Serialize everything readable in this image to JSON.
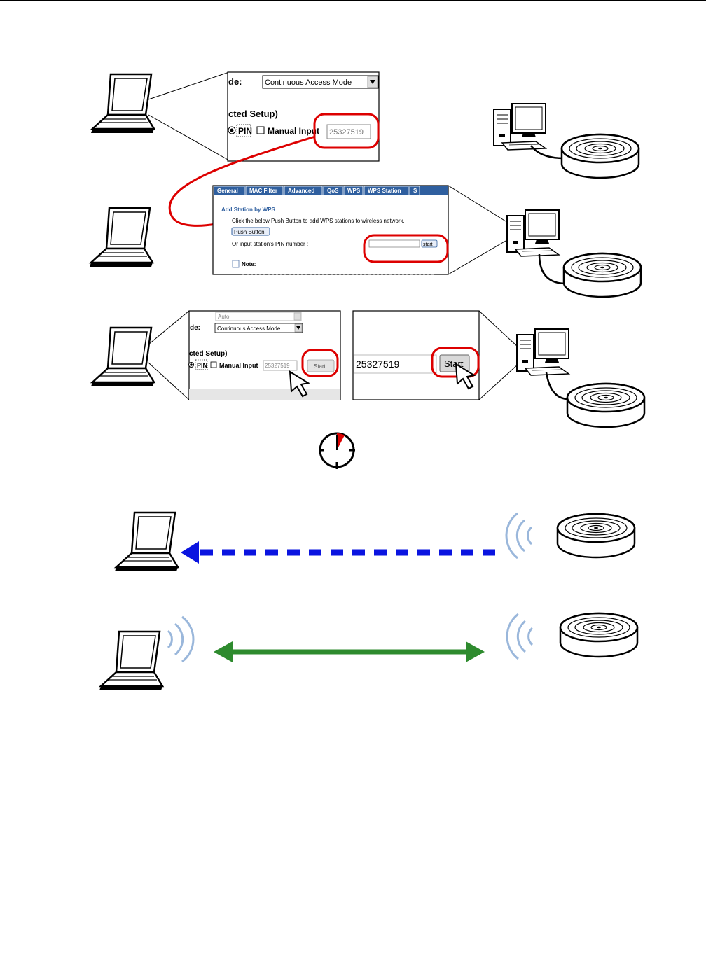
{
  "panel1": {
    "mode_label": "de:",
    "mode_value": "Continuous Access Mode",
    "setup_label": "cted Setup)",
    "pin_label": "PIN",
    "manual_label": "Manual Input",
    "pin_value": "25327519"
  },
  "panel2": {
    "tabs": [
      "General",
      "MAC Filter",
      "Advanced",
      "QoS",
      "WPS",
      "WPS Station",
      "S"
    ],
    "heading": "Add Station by WPS",
    "instruction": "Click the below Push Button to add WPS stations to wireless network.",
    "push_button": "Push Button",
    "pin_prompt": "Or input station's PIN number :",
    "start_button": "start",
    "note_label": "Note:"
  },
  "panel3": {
    "auto_value": "Auto",
    "mode_label": "de:",
    "mode_value": "Continuous Access Mode",
    "setup_label": "cted Setup)",
    "pin_label": "PIN",
    "manual_label": "Manual Input",
    "pin_value": "25327519",
    "start_button": "Start"
  },
  "panel4": {
    "pin_value": "25327519",
    "start_button": "Start"
  },
  "colors": {
    "highlight": "#dd0000",
    "link": "#dd0000",
    "tab_bar": "#2f5f9f",
    "discovery_arrow": "#0a14e0",
    "connection_arrow": "#2e8b2e",
    "wave": "#9ab7db"
  }
}
